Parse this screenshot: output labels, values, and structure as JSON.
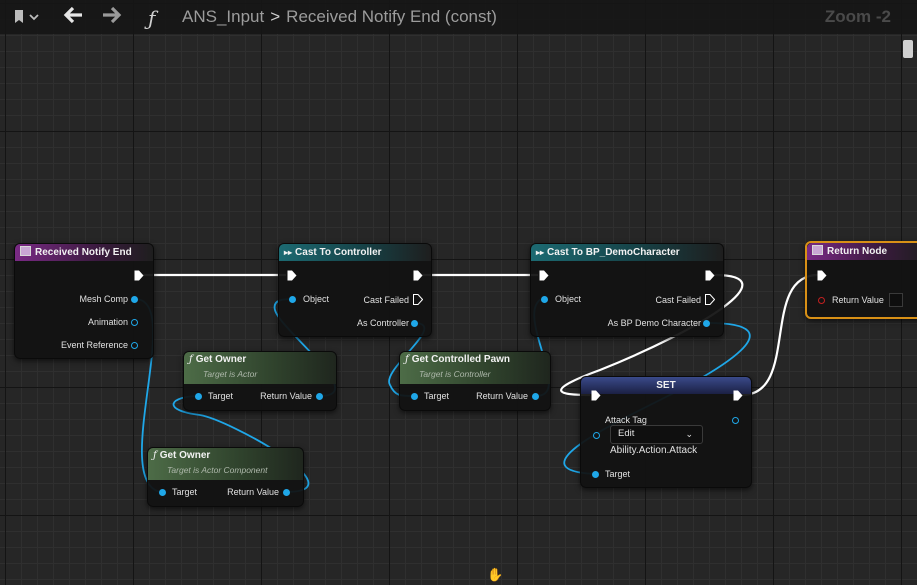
{
  "toolbar": {
    "bookmark_icon": "bookmark-icon",
    "back_icon": "arrow-left-icon",
    "forward_icon": "arrow-right-icon",
    "function_symbol": "ƒ",
    "breadcrumb_parent": "ANS_Input",
    "breadcrumb_separator": ">",
    "breadcrumb_current": "Received Notify End (const)",
    "zoom_label": "Zoom -2"
  },
  "nodes": {
    "received_notify_end": {
      "title": "Received Notify End",
      "pins": {
        "mesh_comp": "Mesh Comp",
        "animation": "Animation",
        "event_reference": "Event Reference"
      }
    },
    "cast_to_controller": {
      "title": "Cast To Controller",
      "pins": {
        "object": "Object",
        "cast_failed": "Cast Failed",
        "as_controller": "As Controller"
      }
    },
    "cast_to_bp_demo": {
      "title": "Cast To BP_DemoCharacter",
      "pins": {
        "object": "Object",
        "cast_failed": "Cast Failed",
        "as_bp_demo": "As BP Demo Character"
      }
    },
    "return_node": {
      "title": "Return Node",
      "pins": {
        "return_value": "Return Value"
      }
    },
    "get_owner_1": {
      "title": "Get Owner",
      "subtitle": "Target is Actor",
      "pins": {
        "target": "Target",
        "return_value": "Return Value"
      }
    },
    "get_controlled_pawn": {
      "title": "Get Controlled Pawn",
      "subtitle": "Target is Controller",
      "pins": {
        "target": "Target",
        "return_value": "Return Value"
      }
    },
    "get_owner_2": {
      "title": "Get Owner",
      "subtitle": "Target is Actor Component",
      "pins": {
        "target": "Target",
        "return_value": "Return Value"
      }
    },
    "set_node": {
      "title": "SET",
      "pins": {
        "attack_tag": "Attack Tag",
        "target": "Target"
      },
      "dropdown_value": "Edit",
      "tag_value": "Ability.Action.Attack"
    }
  },
  "colors": {
    "exec_wire": "#ffffff",
    "object_wire": "#1fa7e8",
    "event_header": "#7a2a85",
    "cast_header": "#1c6a72",
    "pure_header": "#4d6c47",
    "set_header": "#3a4a8a",
    "return_border": "#d89016"
  }
}
